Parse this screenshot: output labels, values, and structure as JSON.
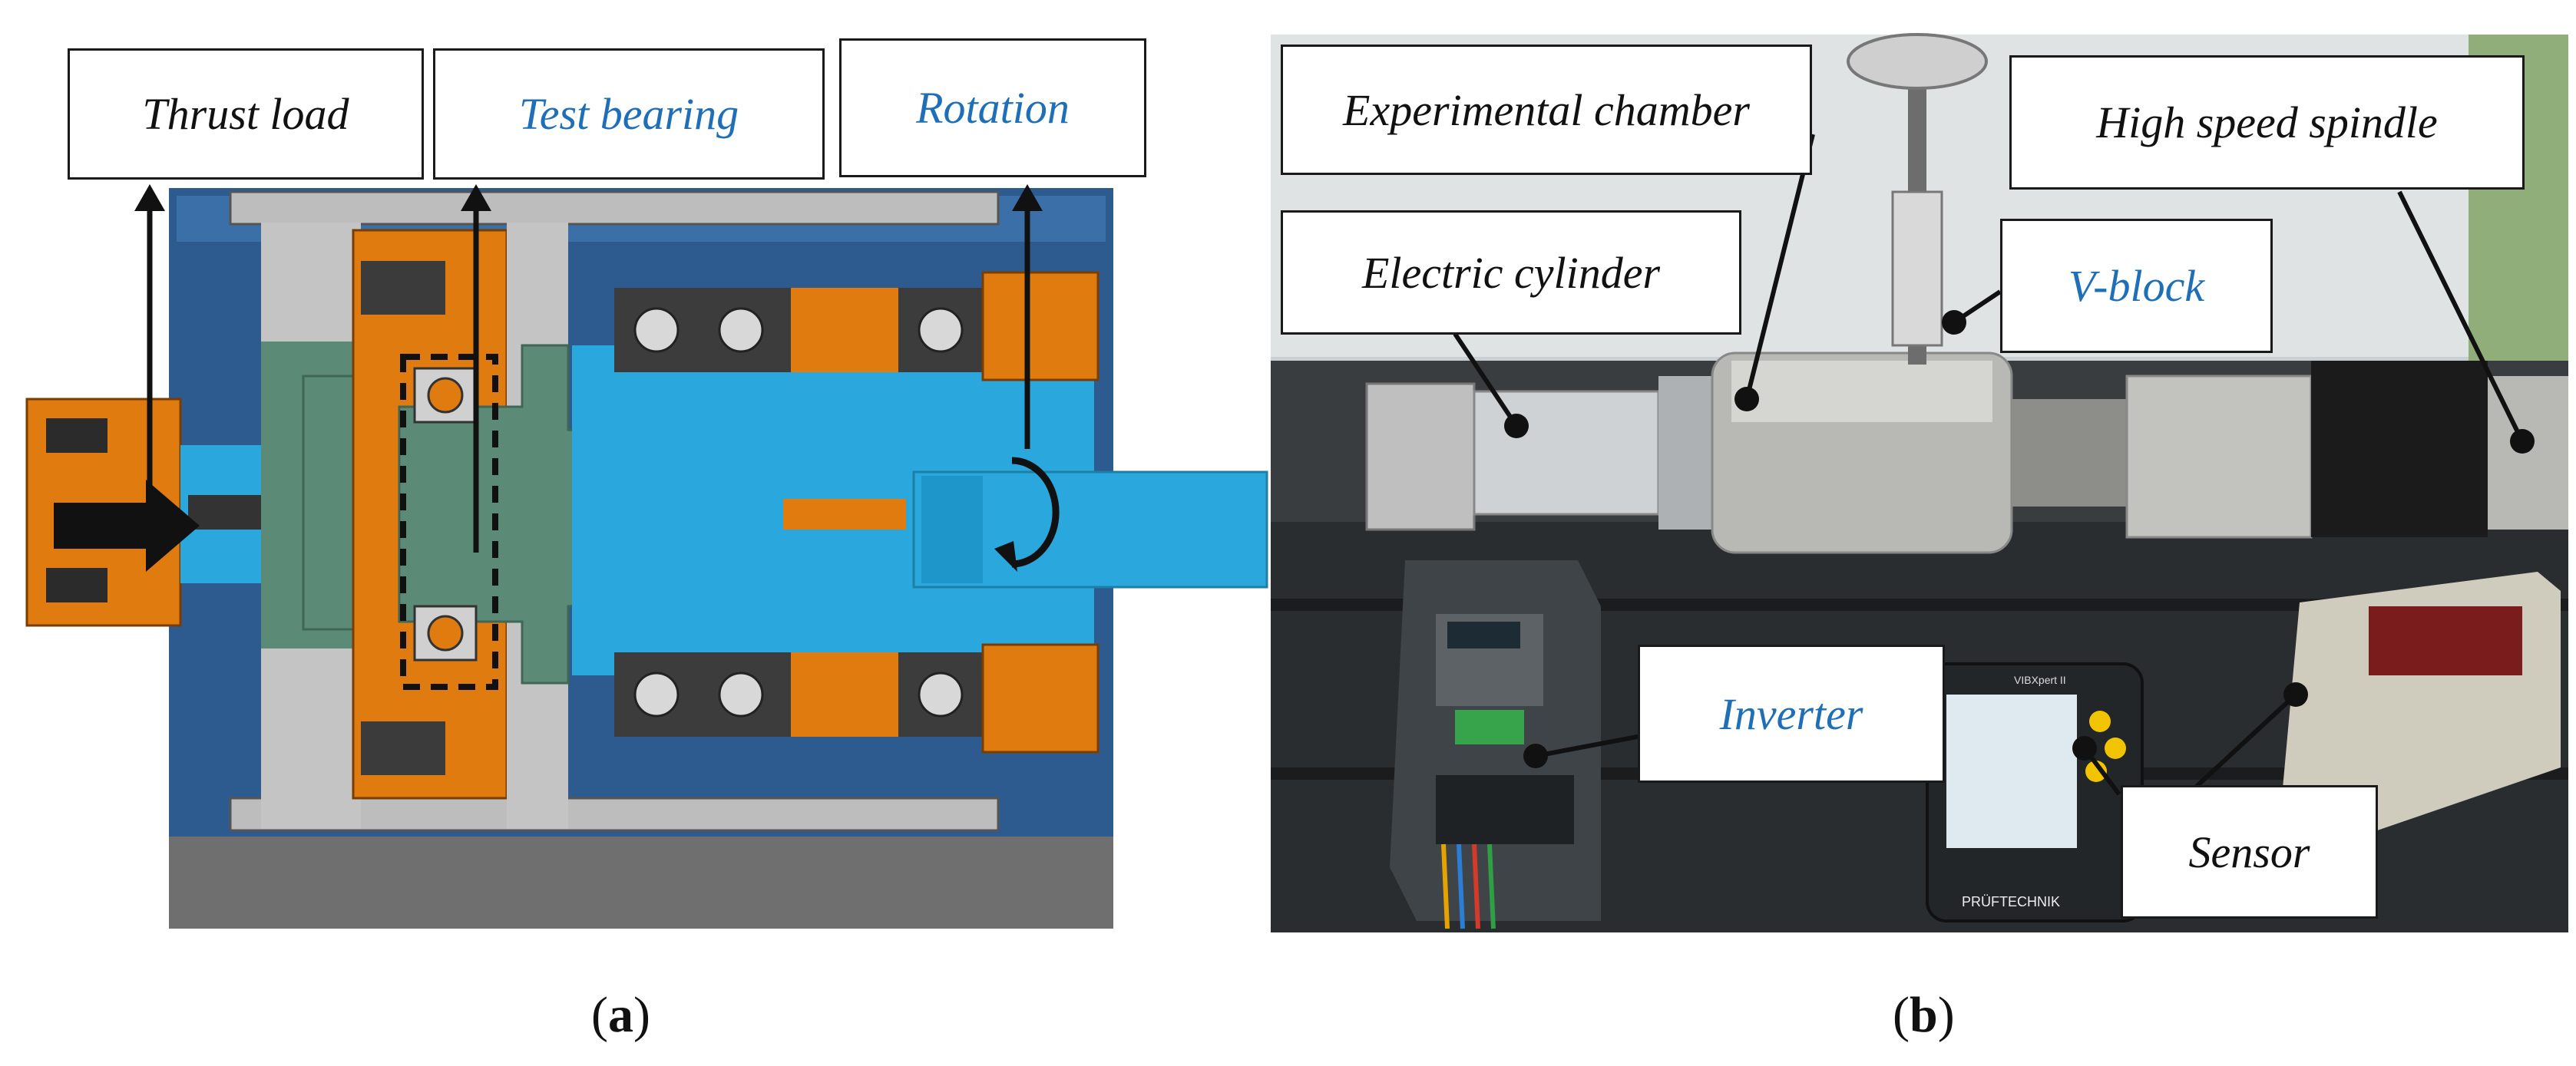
{
  "colors": {
    "blue_label": "#1f6fb8",
    "black_label": "#111111",
    "housing_blue": "#2d5b8f",
    "part_orange": "#e07b10",
    "shaft_cyan": "#2aa7dc",
    "part_green": "#5b8a77",
    "base_gray": "#6f6f6f"
  },
  "panel_a": {
    "caption_open": "(",
    "caption_letter": "a",
    "caption_close": ")",
    "labels": {
      "thrust_load": "Thrust load",
      "test_bearing": "Test bearing",
      "rotation": "Rotation"
    }
  },
  "panel_b": {
    "caption_open": "(",
    "caption_letter": "b",
    "caption_close": ")",
    "labels": {
      "experimental_chamber": "Experimental chamber",
      "high_speed_spindle": "High speed spindle",
      "electric_cylinder": "Electric cylinder",
      "v_block": "V-block",
      "inverter": "Inverter",
      "sensor": "Sensor"
    },
    "device_text": {
      "sensor_brand": "PRÜFTECHNIK",
      "sensor_model": "VIBXpert II"
    }
  }
}
